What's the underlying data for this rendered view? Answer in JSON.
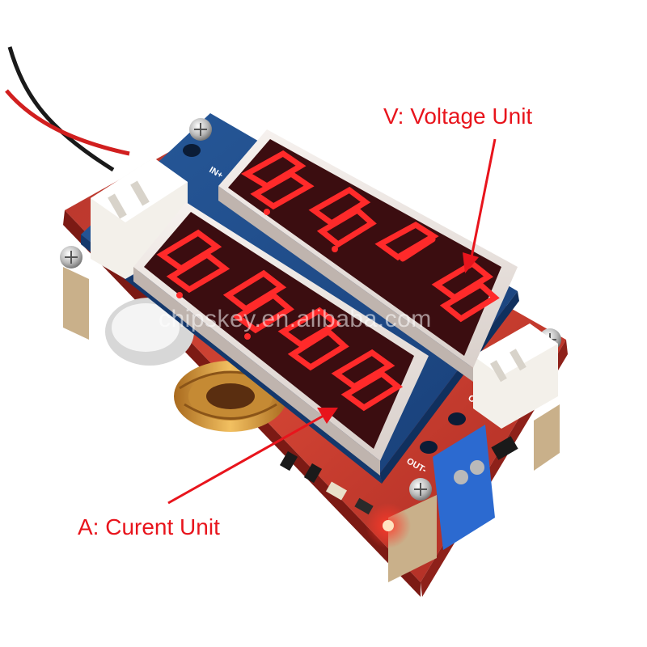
{
  "annotations": {
    "voltage": "V: Voltage Unit",
    "current": "A: Curent Unit"
  },
  "watermark": "chipskey.en.alibaba.com",
  "board_labels": {
    "in_plus": "IN+",
    "out_plus": "OUT+",
    "out_minus": "OUT-"
  },
  "colors": {
    "annotation": "#e8141c",
    "pcb_blue": "#1d4e8f",
    "pcb_red": "#c2342a",
    "led_on": "#ff2a2a",
    "led_body": "#efe7e3"
  },
  "icons": [
    "screw-icon",
    "connector-icon",
    "inductor-icon",
    "capacitor-icon",
    "wire-icon"
  ]
}
